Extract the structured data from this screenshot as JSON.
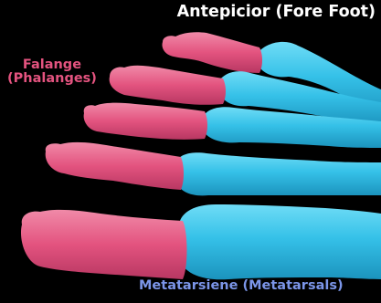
{
  "title": "Antepicior (Fore Foot)",
  "phalanges_label": {
    "line1": "Falange",
    "line2": "(Phalanges)"
  },
  "metatarsals_label": "Metatarsiene (Metatarsals)",
  "colors": {
    "background": "#000000",
    "phalanges": "#e3537f",
    "metatarsals": "#35c1e8",
    "title_text": "#ffffff",
    "phalanges_text": "#e3537f",
    "metatarsals_text": "#7b95e8"
  },
  "bones": {
    "phalanges_count": 5,
    "metatarsals_count": 5
  }
}
